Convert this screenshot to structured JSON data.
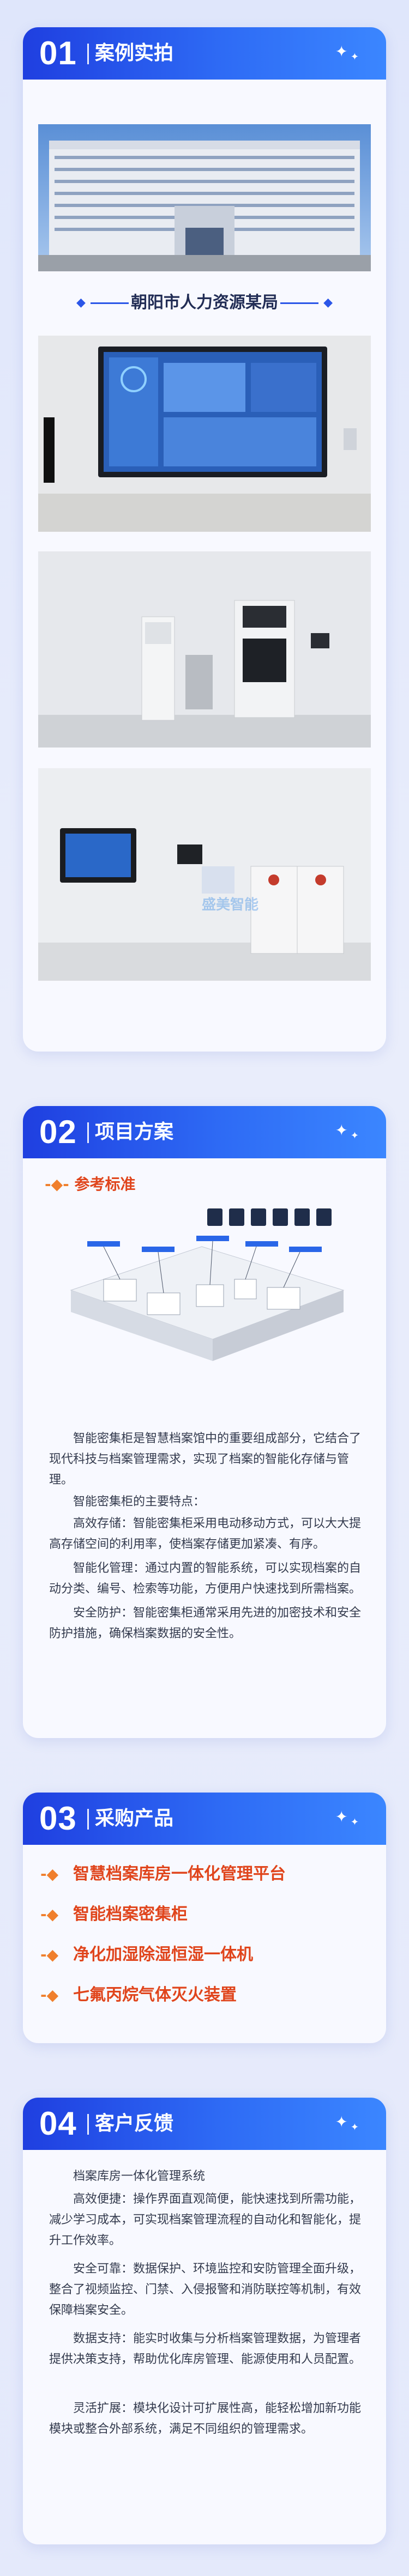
{
  "sections": {
    "case": {
      "num": "01",
      "title": "案例实拍",
      "caption": "朝阳市人力资源某局"
    },
    "plan": {
      "num": "02",
      "title": "项目方案",
      "ref_label": "参考标准",
      "paragraphs": [
        "智能密集柜是智慧档案馆中的重要组成部分，它结合了现代科技与档案管理需求，实现了档案的智能化存储与管理。",
        "智能密集柜的主要特点：",
        "高效存储：智能密集柜采用电动移动方式，可以大大提高存储空间的利用率，使档案存储更加紧凑、有序。",
        "智能化管理：通过内置的智能系统，可以实现档案的自动分类、编号、检索等功能，方便用户快速找到所需档案。",
        "安全防护：智能密集柜通常采用先进的加密技术和安全防护措施，确保档案数据的安全性。"
      ]
    },
    "products": {
      "num": "03",
      "title": "采购产品",
      "items": [
        "智慧档案库房一体化管理平台",
        "智能档案密集柜",
        "净化加湿除湿恒湿一体机",
        "七氟丙烷气体灭火装置"
      ]
    },
    "feedback": {
      "num": "04",
      "title": "客户反馈",
      "paragraphs": [
        "档案库房一体化管理系统",
        "高效便捷：操作界面直观简便，能快速找到所需功能，减少学习成本，可实现档案管理流程的自动化和智能化，提升工作效率。",
        "安全可靠：数据保护、环境监控和安防管理全面升级，整合了视频监控、门禁、入侵报警和消防联控等机制，有效保障档案安全。",
        "数据支持：能实时收集与分析档案管理数据，为管理者提供决策支持，帮助优化库房管理、能源使用和人员配置。",
        "灵活扩展：模块化设计可扩展性高，能轻松增加新功能模块或整合外部系统，满足不同组织的管理需求。"
      ]
    }
  },
  "watermark": "盛美智能",
  "colors": {
    "header_blue": "#2e6bf5",
    "accent_orange": "#e0451c",
    "text": "#333a4d"
  }
}
